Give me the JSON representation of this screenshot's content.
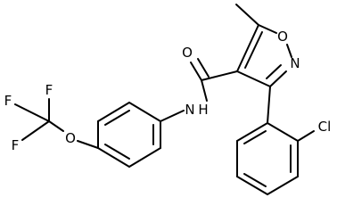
{
  "atoms": {
    "o_carbonyl": "O",
    "o_ring": "O",
    "n_ring": "N",
    "cl": "Cl",
    "nh": "N",
    "h": "H",
    "o_ether": "O",
    "f1": "F",
    "f2": "F",
    "f3": "F"
  }
}
